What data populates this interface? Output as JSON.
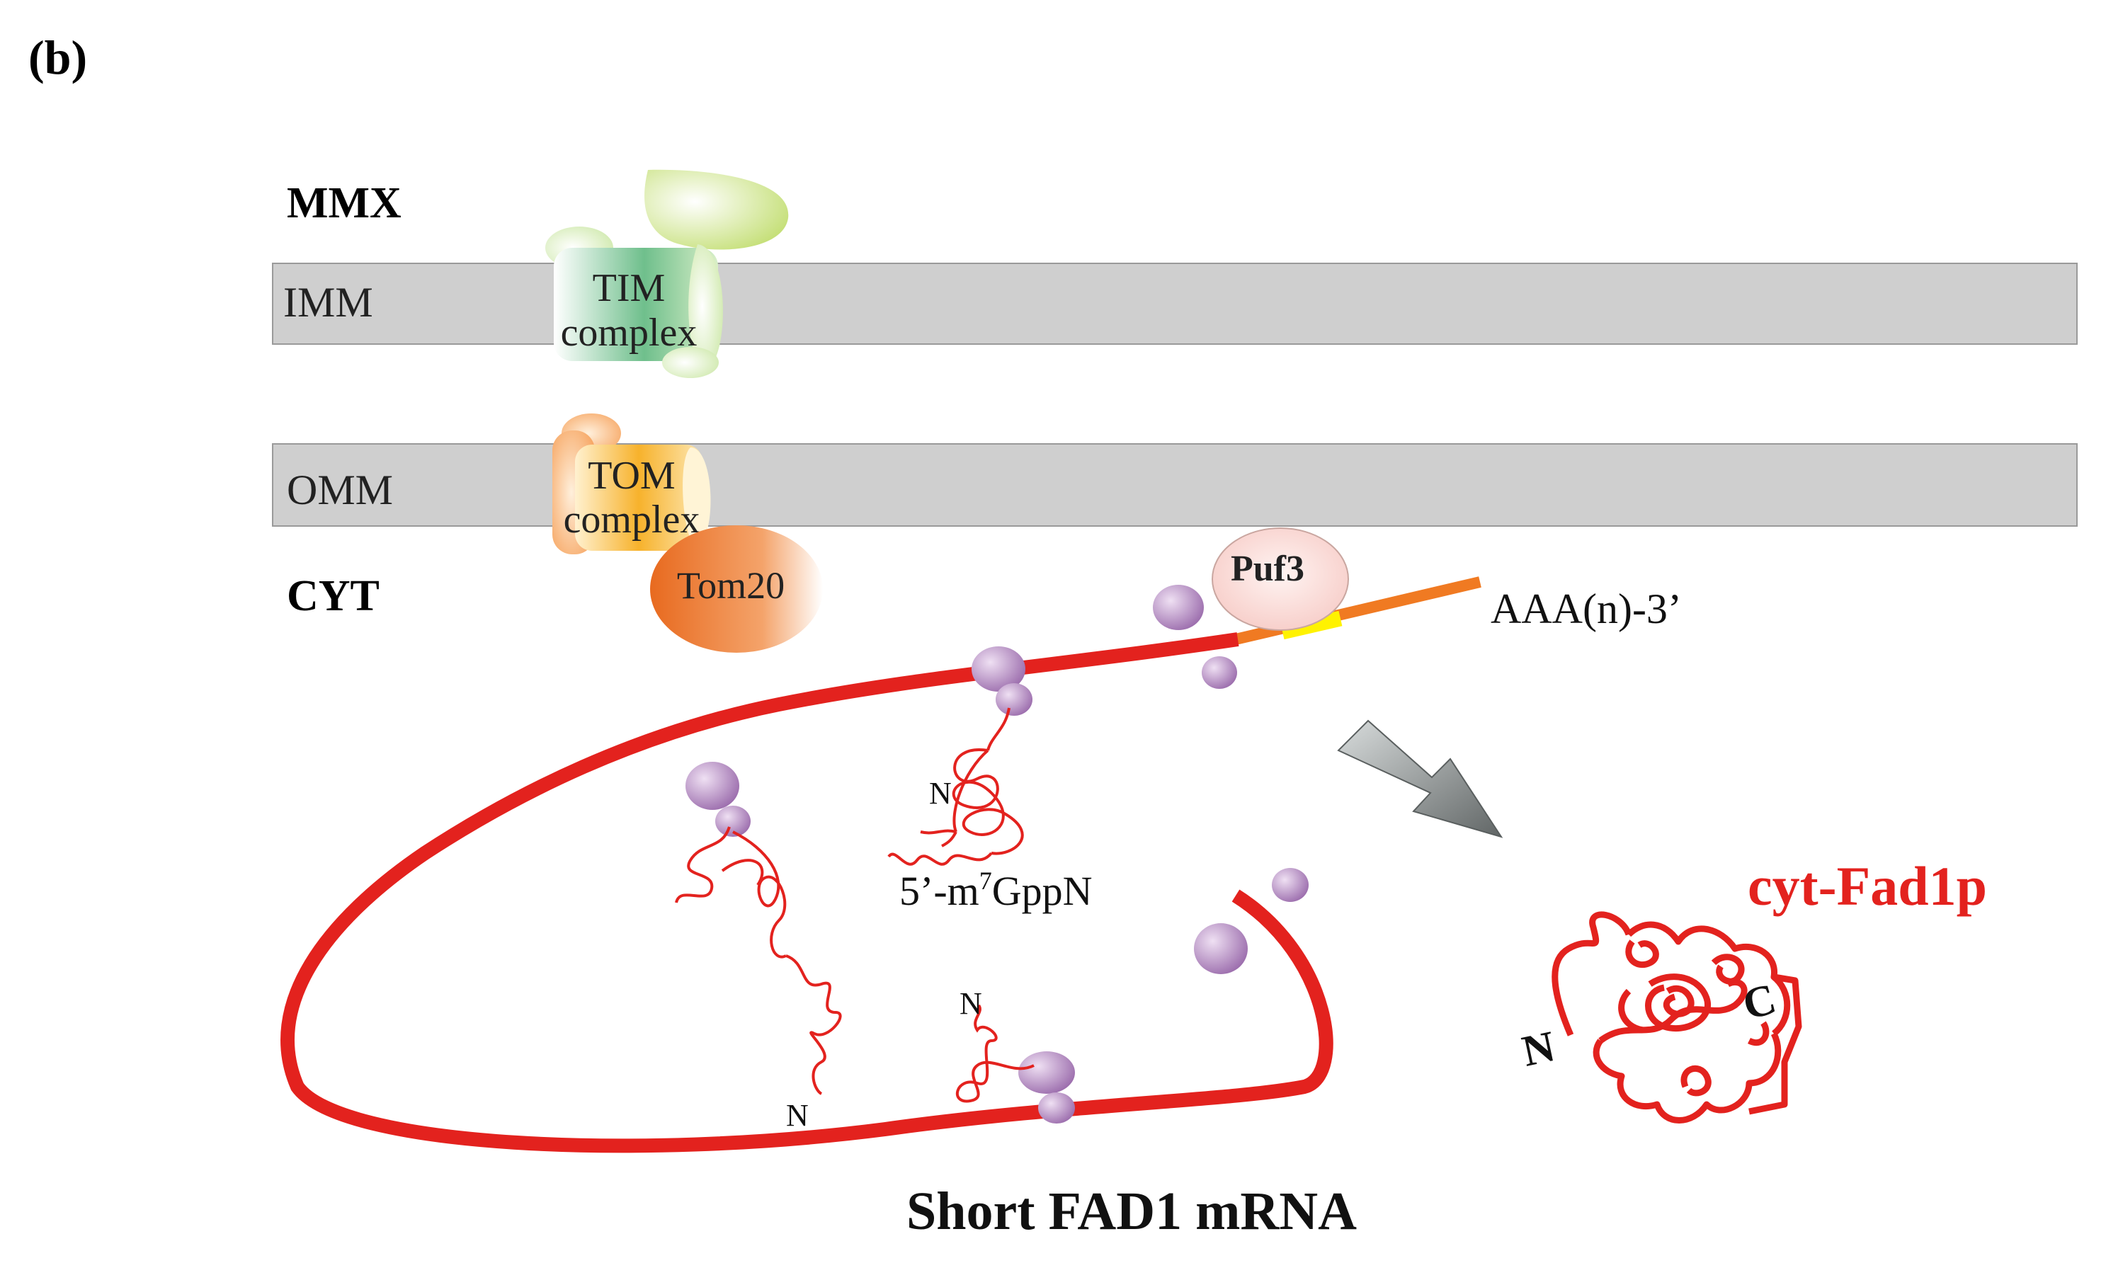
{
  "panel_label": "(b)",
  "compartments": {
    "mmx": "MMX",
    "imm": "IMM",
    "omm": "OMM",
    "cyt": "CYT"
  },
  "complexes": {
    "tim_line1": "TIM",
    "tim_line2": "complex",
    "tom_line1": "TOM",
    "tom_line2": "complex",
    "tom20": "Tom20",
    "puf3": "Puf3"
  },
  "mrna": {
    "poly_a": "AAA(n)-3’",
    "cap_prefix": "5’-m",
    "cap_superscript": "7",
    "cap_suffix": "GppN",
    "title": "Short FAD1 mRNA"
  },
  "peptide_termini": {
    "n1": "N",
    "n2": "N",
    "n3": "N"
  },
  "product": {
    "name": "cyt-Fad1p",
    "n_term": "N",
    "c_term": "C"
  },
  "colors": {
    "membrane": "#cfcfcf",
    "mrna": "#e3221e",
    "utr": "#f07a22",
    "puf_site": "#fff200",
    "ribosome": "#b58fc0",
    "arrow": "#8a8f8f"
  }
}
